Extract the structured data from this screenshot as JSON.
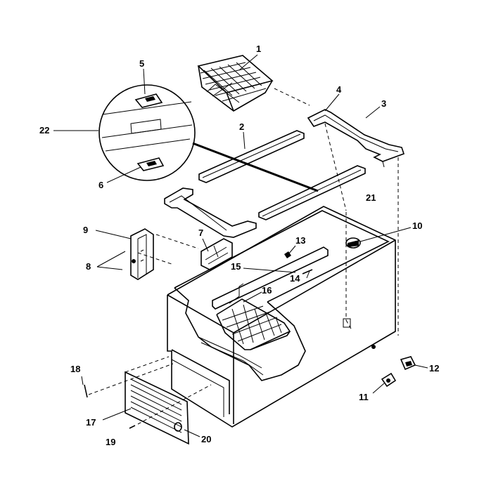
{
  "diagram": {
    "labels": {
      "p1": "1",
      "p2": "2",
      "p3": "3",
      "p4": "4",
      "p5": "5",
      "p6": "6",
      "p7": "7",
      "p8": "8",
      "p9": "9",
      "p10": "10",
      "p11": "11",
      "p12": "12",
      "p13": "13",
      "p14": "14",
      "p15": "15",
      "p16": "16",
      "p17": "17",
      "p18": "18",
      "p19": "19",
      "p20": "20",
      "p21": "21",
      "p22": "22"
    }
  }
}
